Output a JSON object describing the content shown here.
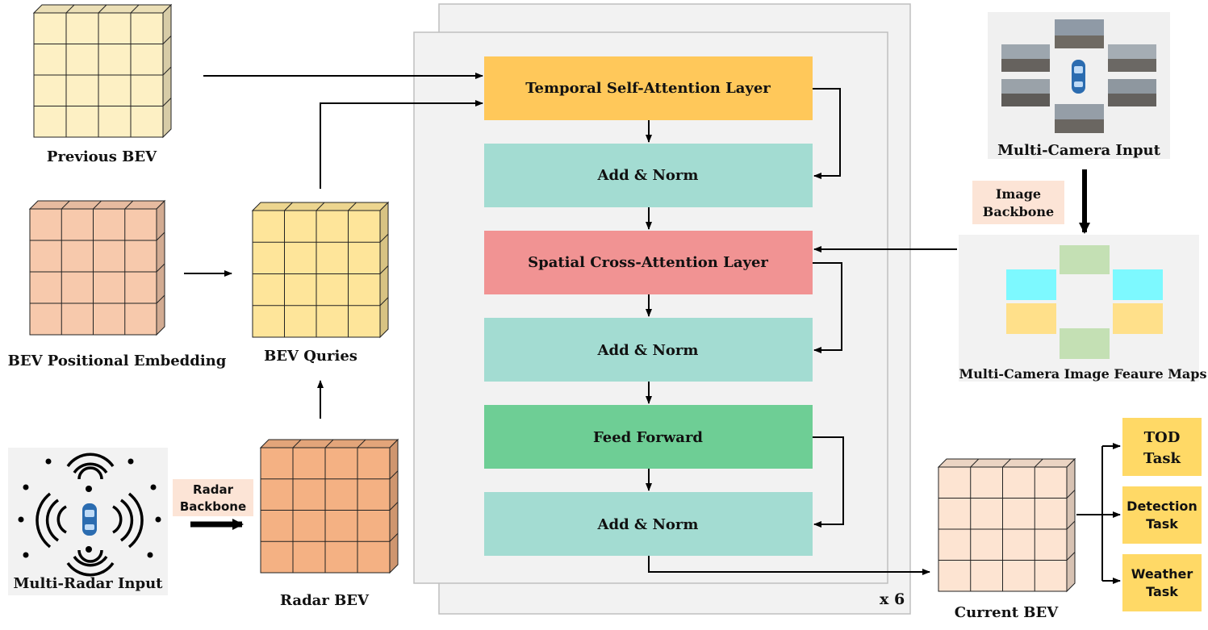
{
  "labels": {
    "previous_bev": "Previous BEV",
    "bev_positional_embedding": "BEV Positional Embedding",
    "bev_queries": "BEV Quries",
    "radar_bev": "Radar BEV",
    "multi_radar_input": "Multi-Radar Input",
    "radar_backbone_line1": "Radar",
    "radar_backbone_line2": "Backbone",
    "multi_camera_input": "Multi-Camera Input",
    "image_backbone_line1": "Image",
    "image_backbone_line2": "Backbone",
    "feature_maps": "Multi-Camera Image Feaure Maps",
    "current_bev": "Current BEV",
    "repeat": "x 6"
  },
  "encoder_layers": [
    {
      "label": "Temporal Self-Attention Layer",
      "color": "#FFC85A"
    },
    {
      "label": "Add & Norm",
      "color": "#A3DCD2"
    },
    {
      "label": "Spatial Cross-Attention Layer",
      "color": "#F19393"
    },
    {
      "label": "Add & Norm",
      "color": "#A3DCD2"
    },
    {
      "label": "Feed Forward",
      "color": "#6ECE95"
    },
    {
      "label": "Add & Norm",
      "color": "#A3DCD2"
    }
  ],
  "tasks": [
    {
      "line1": "TOD",
      "line2": "Task"
    },
    {
      "line1": "Detection",
      "line2": "Task"
    },
    {
      "line1": "Weather",
      "line2": "Task"
    }
  ],
  "colors": {
    "previous_bev": "#FDF0C4",
    "positional_embedding": "#F7C9AC",
    "bev_queries": "#FEE59A",
    "radar_bev": "#F4B183",
    "current_bev": "#FDE4D2",
    "task_box": "#FFD966",
    "backbone_box": "#FCE4D6",
    "feature_cyan": "#7DF9FF",
    "feature_yellow": "#FFE08A",
    "feature_green": "#C4E0B4",
    "panel": "#F2F2F2"
  }
}
